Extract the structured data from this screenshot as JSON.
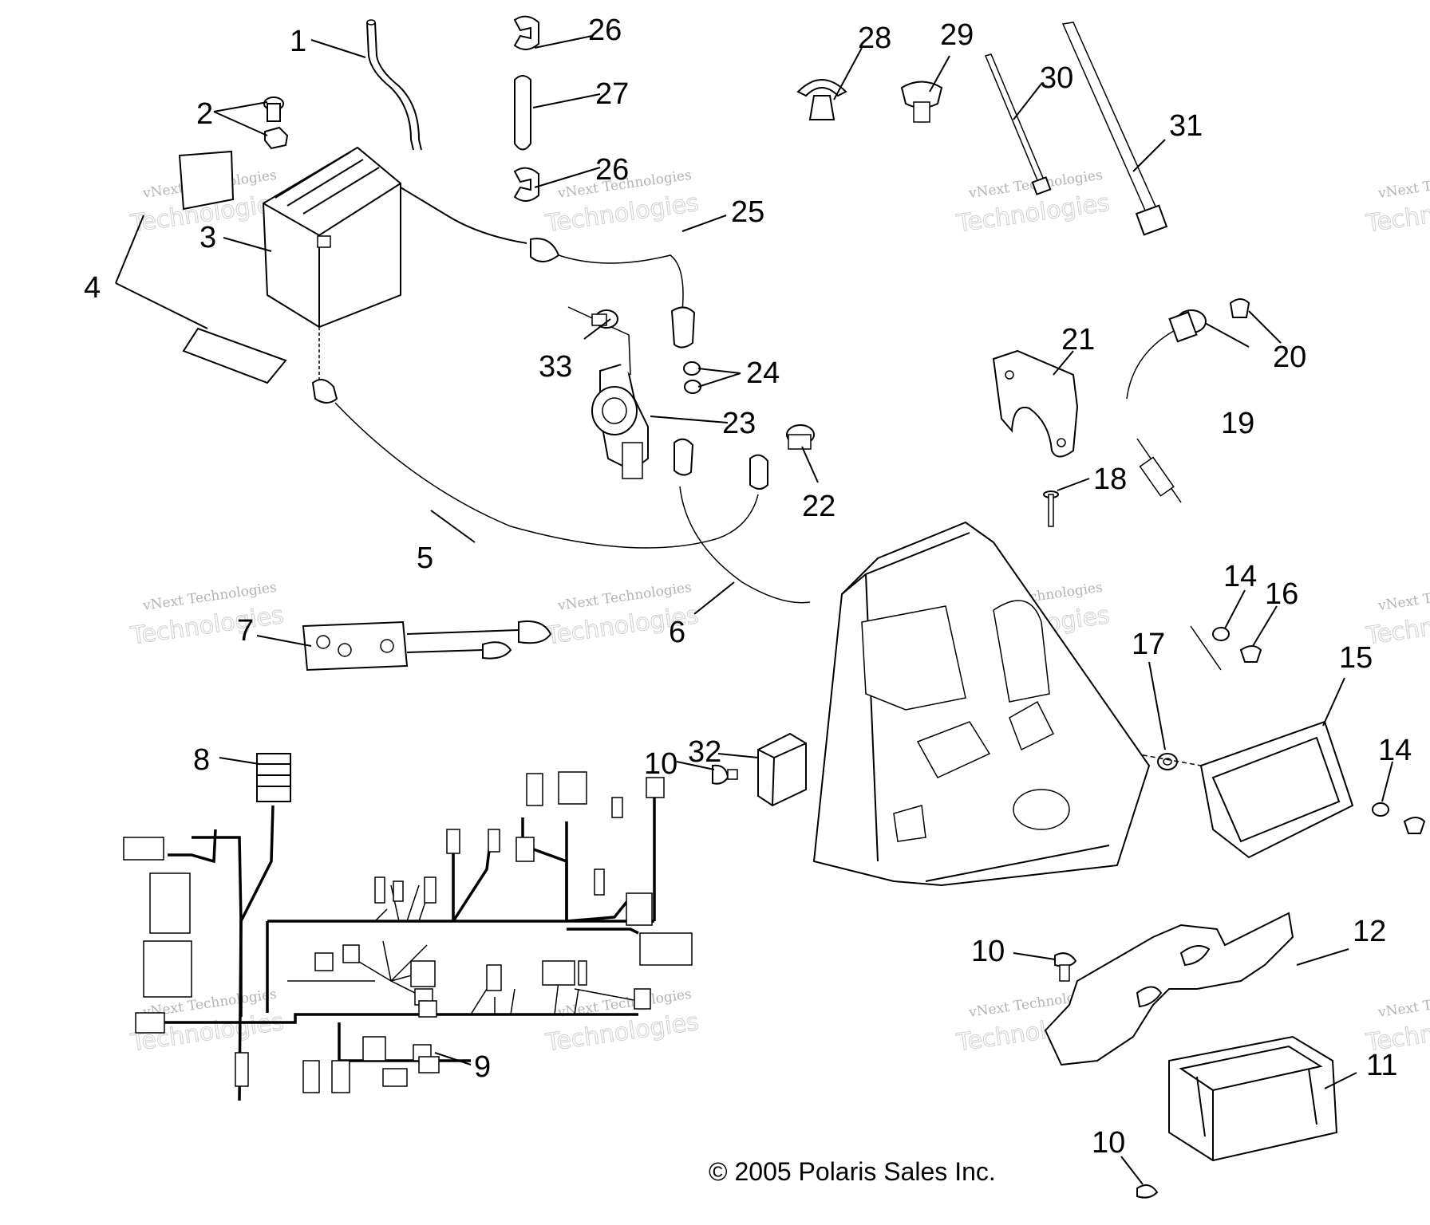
{
  "copyright": "© 2005 Polaris Sales Inc.",
  "watermark": {
    "line1": "vNext Technologies",
    "line2": "Technologies"
  },
  "callouts": {
    "c1": "1",
    "c2": "2",
    "c3": "3",
    "c4": "4",
    "c5": "5",
    "c6": "6",
    "c7": "7",
    "c8": "8",
    "c9": "9",
    "c10": "10",
    "c11": "11",
    "c12": "12",
    "c14": "14",
    "c15": "15",
    "c16": "16",
    "c17": "17",
    "c18": "18",
    "c19": "19",
    "c20": "20",
    "c21": "21",
    "c22": "22",
    "c23": "23",
    "c24": "24",
    "c25": "25",
    "c26": "26",
    "c27": "27",
    "c28": "28",
    "c29": "29",
    "c30": "30",
    "c31": "31",
    "c32": "32",
    "c33": "33"
  },
  "colors": {
    "line": "#000000",
    "watermark": "#b3b3b3",
    "background": "#ffffff"
  }
}
